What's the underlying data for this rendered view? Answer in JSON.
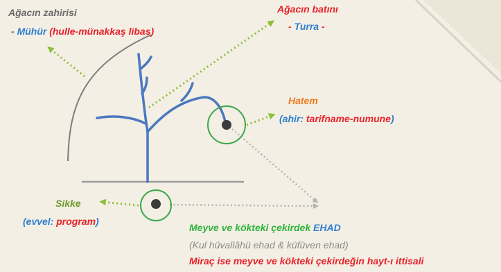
{
  "labels": {
    "outer_title": "Ağacın zahirisi",
    "outer_dash": "- ",
    "outer_muhur": "Mühür",
    "outer_paren": "(hulle-münakkaş libas)",
    "inner_title": "Ağacın batını",
    "inner_dash1": "- ",
    "inner_turra": "Turra",
    "inner_dash2": " -",
    "hatem_title": "Hatem",
    "hatem_open": "(ahir: ",
    "hatem_value": "tarifname-numune",
    "hatem_close": ")",
    "sikke_title": "Sikke",
    "sikke_open": "(evvel: ",
    "sikke_value": "program",
    "sikke_close": ")",
    "meyve_text": "Meyve ve kökteki çekirdek ",
    "meyve_ehad": "EHAD",
    "kul_text": "(Kul hüvallâhü ehad  & küfüven ehad)",
    "mirac_text": "Miraç ise meyve ve kökteki çekirdeğin hayt-ı ittisali"
  },
  "colors": {
    "background": "#f3efe4",
    "tree": "#4a78c0",
    "arrow": "#8cbf3a",
    "gray_arrow": "#b3b3b3",
    "circle": "#3aa84a",
    "seed": "#3b3b3b",
    "ground": "#9a9a9a",
    "outer_curve": "#7c7c7c"
  }
}
